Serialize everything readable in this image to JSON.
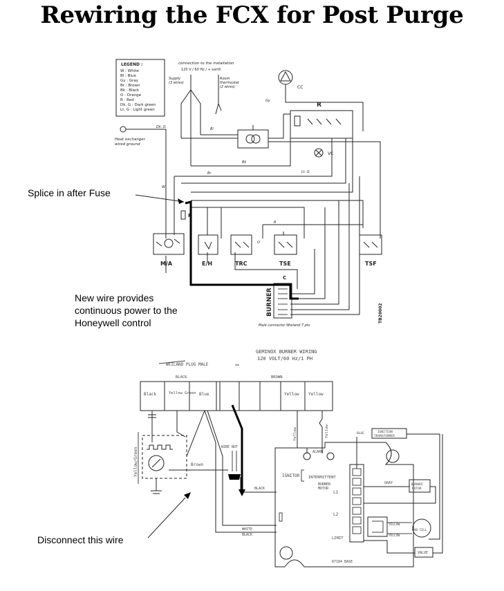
{
  "title": "Rewiring the FCX for Post Purge",
  "callouts": {
    "splice": "Splice in after Fuse",
    "new_wire_1": "New wire provides",
    "new_wire_2": "continuous power to the",
    "new_wire_3": "Honeywell control",
    "disconnect": "Disconnect this wire"
  },
  "top_diagram": {
    "legend_title": "LEGEND :",
    "legend": [
      "W : White",
      "Bl : Blue",
      "Gy : Gray",
      "Br : Brown",
      "Bk : Black",
      "O : Orange",
      "R : Red",
      "Dk. G : Dark green",
      "Lt. G : Light green"
    ],
    "connection_note": "connection to the installation",
    "supply_note": "120 V / 60 Hz / + earth",
    "supply_label": "Supply",
    "supply_wires": "(3 wires)",
    "room_label": "Room",
    "thermostat_label": "thermostat",
    "thermostat_wires": "(2 wires)",
    "ground_label_1": "Heat exchanger",
    "ground_label_2": "wired ground",
    "relay_label": "R",
    "cc_label": "CC",
    "vc_label": "VC",
    "fuse_label": "F",
    "c_label": "C",
    "burner_label": "BURNER",
    "connector_note": "Male connector Wieland 7 pts",
    "side_code": "TB20002",
    "components": [
      "M/A",
      "E/H",
      "TRC",
      "TSE",
      "TSF"
    ],
    "wire_codes": [
      "Dk. G",
      "Bl",
      "Bk",
      "Br",
      "Gy",
      "Lt. G",
      "O",
      "R",
      "W"
    ]
  },
  "bottom_diagram": {
    "header_1": "GEMINOX BURNER WIRING",
    "header_2": "120 VOLT/60 Hz/1 PH",
    "plug_label": "WEILAND PLUG MALE",
    "black_label": "BLACK",
    "brown_label": "BROWN",
    "slots": [
      "Black",
      "Yellow Green",
      "Blue",
      "",
      "",
      "",
      "Yellow",
      "Yellow"
    ],
    "yellow_green_side": "Yellow/Green",
    "brown_wire": "Brown",
    "wire_nut": "WIRE NUT",
    "yellow_a": "Yellow",
    "yellow_b": "Yellow",
    "alarm": "ALARM",
    "ignitor": "IGNITOR",
    "intermittent": "INTERMITTENT",
    "burner_motor_1": "BURNER",
    "burner_motor_2": "MOTOR",
    "l1": "L1",
    "l2": "L2",
    "limit": "LIMIT",
    "black_wire": "BLACK",
    "white_wire": "WHITE",
    "black_wire_2": "BLACK",
    "gray_wire": "GRAY",
    "blue_wire": "BLUE",
    "ignition_transformer_1": "IGNITION",
    "ignition_transformer_2": "TRANSFORMER",
    "burner_motor_box_1": "BURNER",
    "burner_motor_box_2": "MOTOR",
    "yellow_wire_1": "YELLOW",
    "yellow_wire_2": "YELLOW",
    "cad_cell": "CAD CELL",
    "valve": "VALVE",
    "base_label": "R7184 BASE"
  }
}
